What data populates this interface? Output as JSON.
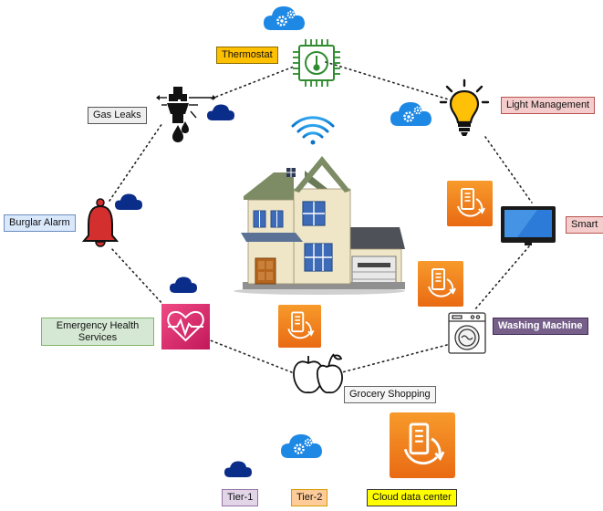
{
  "devices": {
    "thermostat": "Thermostat",
    "light_management": "Light Management",
    "gas_leaks": "Gas Leaks",
    "burglar_alarm": "Burglar Alarm",
    "smart_tv": "Smart",
    "emergency_health": "Emergency Health Services",
    "washing_machine": "Washing Machine",
    "grocery_shopping": "Grocery Shopping"
  },
  "legend": {
    "tier1": "Tier-1",
    "tier2": "Tier-2",
    "cloud_data_center": "Cloud data center"
  },
  "colors": {
    "thermostat_bg": "#ffc000",
    "light_bg": "#f4cccc",
    "gas_bg": "#eeeeee",
    "burglar_bg": "#dae8fc",
    "smart_bg": "#f4cccc",
    "health_bg": "#d5e8d4",
    "washing_bg": "#76608a",
    "grocery_bg": "#f5f5f5",
    "tier1_bg": "#e1d5e7",
    "tier2_bg": "#ffcc99",
    "cloud_dc_bg": "#ffff00",
    "tier1_cloud": "#0b2d8a",
    "tier2_cloud": "#1e88e5",
    "aws_orange": "#f07e1b"
  }
}
